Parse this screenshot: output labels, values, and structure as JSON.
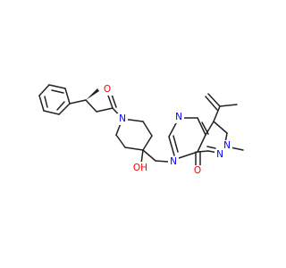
{
  "atoms": [
    {
      "id": "O_carbonyl",
      "text": "O",
      "color": "#ff0000"
    },
    {
      "id": "N_piperidine",
      "text": "N",
      "color": "#0000ff"
    },
    {
      "id": "O_hydroxy",
      "text": "OH",
      "color": "#ff0000"
    },
    {
      "id": "N6",
      "text": "N",
      "color": "#0000ff"
    },
    {
      "id": "N4",
      "text": "N",
      "color": "#0000ff"
    },
    {
      "id": "N2",
      "text": "N",
      "color": "#0000ff"
    },
    {
      "id": "N1",
      "text": "N",
      "color": "#0000ff"
    },
    {
      "id": "O_ring",
      "text": "O",
      "color": "#ff0000"
    }
  ]
}
